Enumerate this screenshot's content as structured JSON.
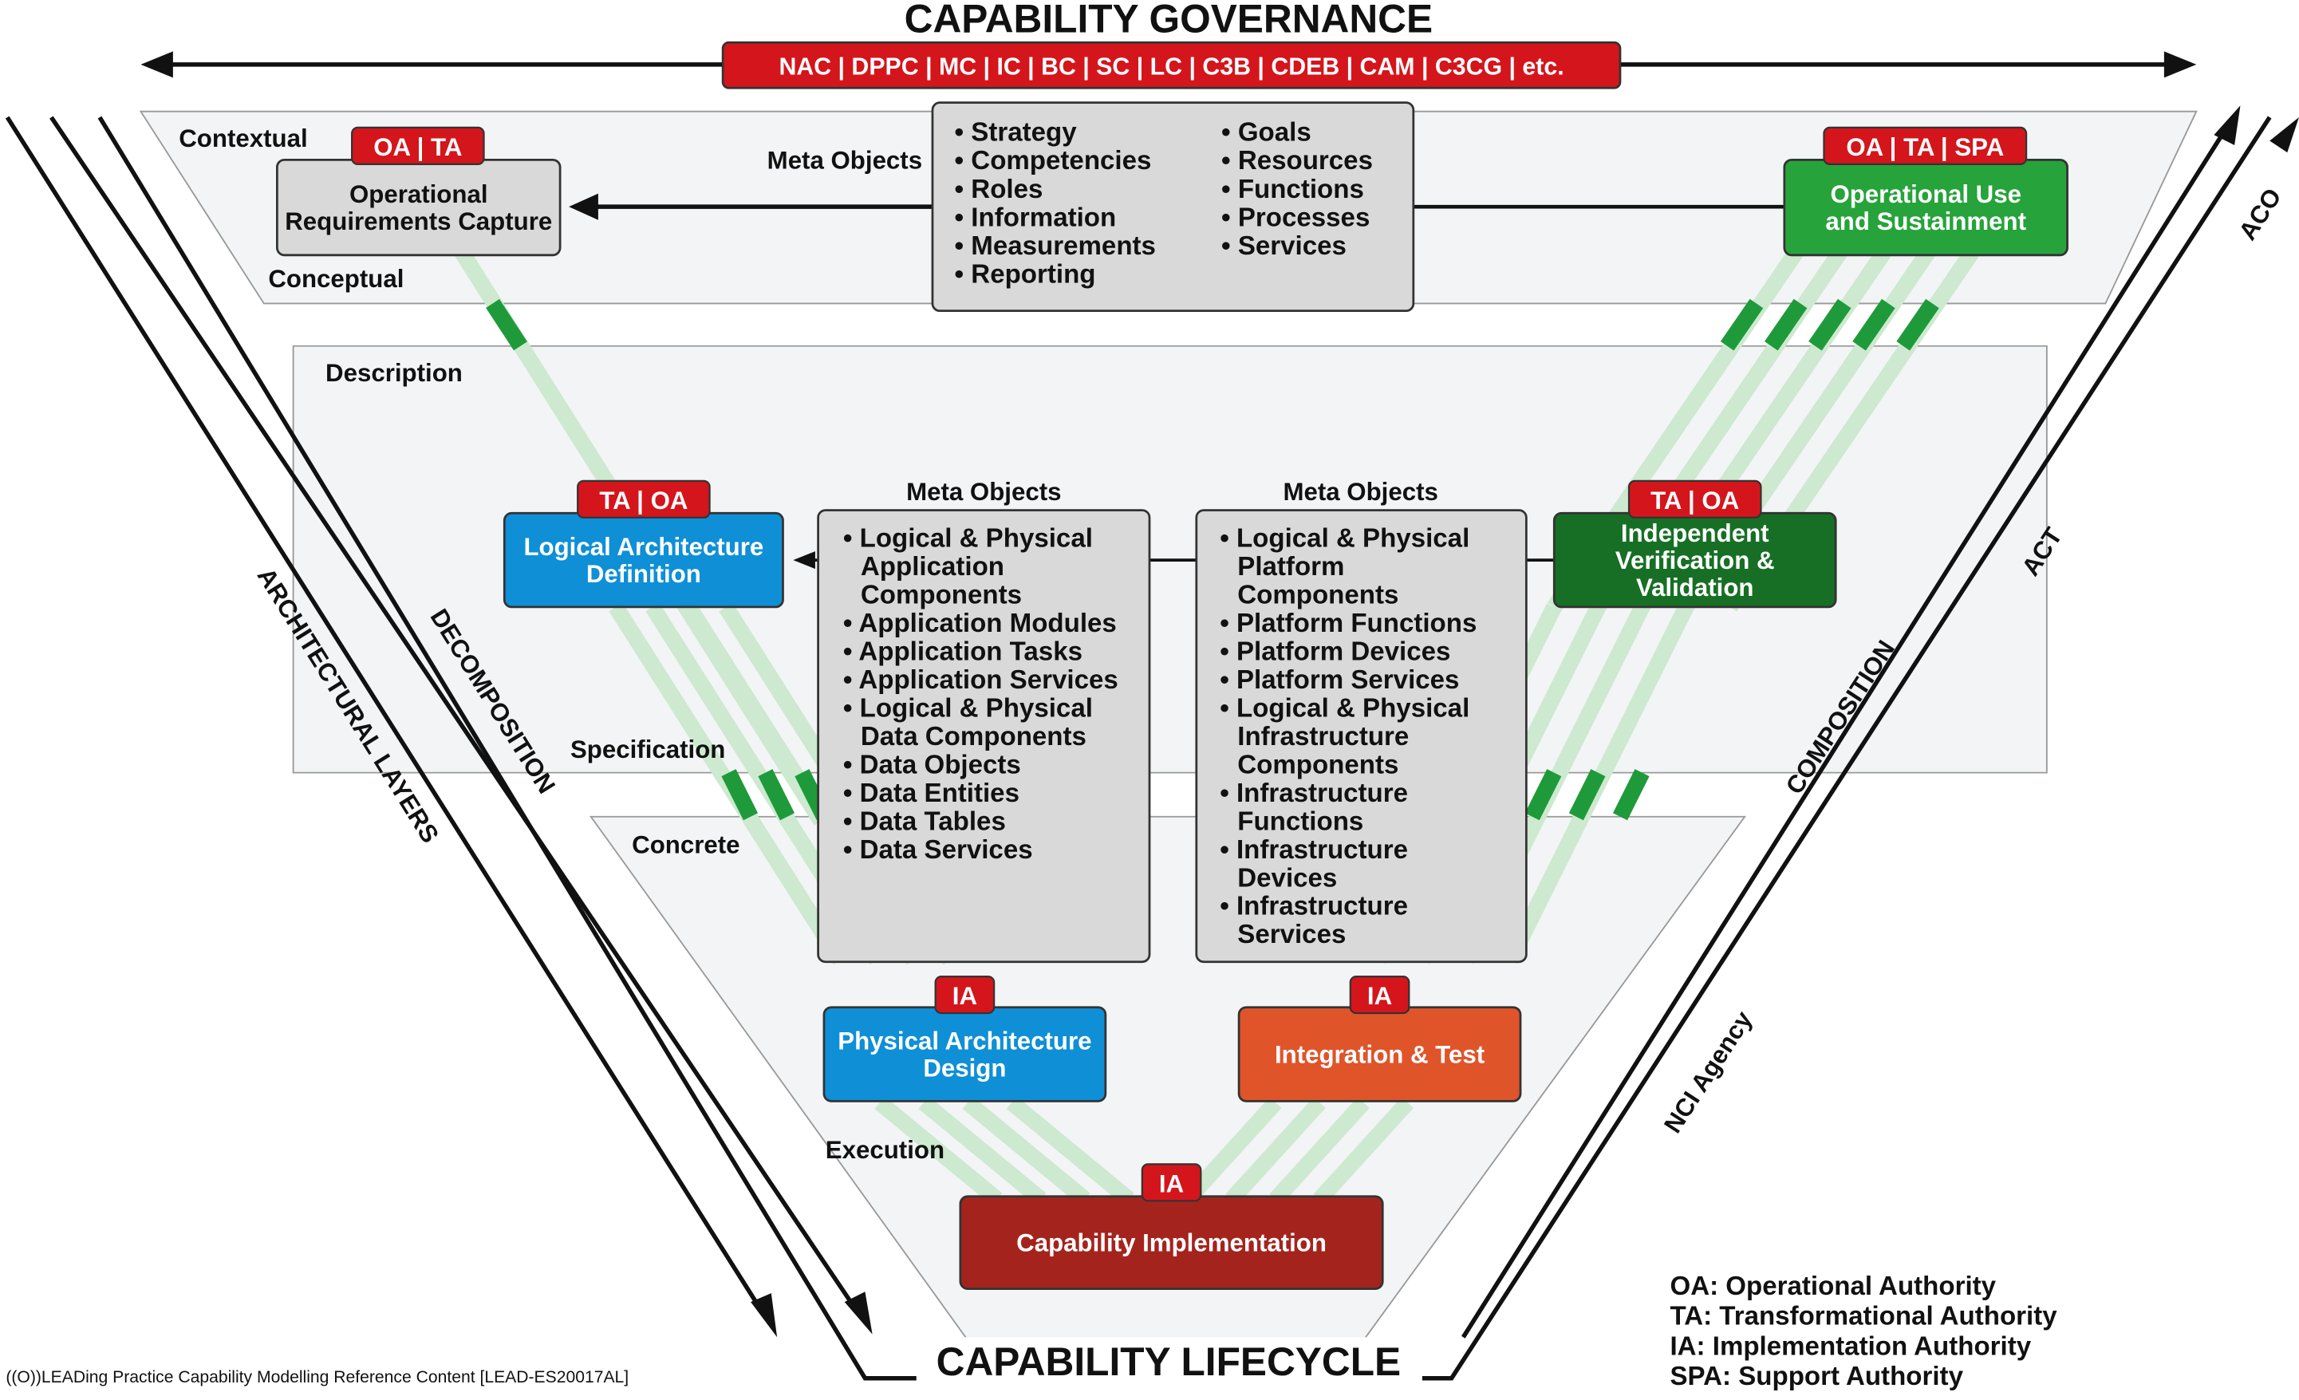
{
  "title_top": "CAPABILITY GOVERNANCE",
  "title_bottom": "CAPABILITY LIFECYCLE",
  "governance_bar": "NAC | DPPC | MC | IC | BC | SC | LC | C3B | CDEB | CAM | C3CG | etc.",
  "layers": {
    "contextual": "Contextual",
    "conceptual": "Conceptual",
    "description": "Description",
    "specification": "Specification",
    "concrete": "Concrete",
    "execution": "Execution"
  },
  "side_labels": {
    "architectural_layers": "ARCHITECTURAL LAYERS",
    "decomposition": "DECOMPOSITION",
    "composition": "COMPOSITION",
    "nci_agency": "NCI Agency",
    "act": "ACT",
    "aco": "ACO"
  },
  "meta_top": {
    "label": "Meta Objects",
    "col1": [
      "Strategy",
      "Competencies",
      "Roles",
      "Information",
      "Measurements",
      "Reporting"
    ],
    "col2": [
      "Goals",
      "Resources",
      "Functions",
      "Processes",
      "Services"
    ]
  },
  "meta_left": {
    "label": "Meta Objects",
    "items": [
      [
        "Logical & Physical",
        "Application",
        "Components"
      ],
      [
        "Application Modules"
      ],
      [
        "Application Tasks"
      ],
      [
        "Application Services"
      ],
      [
        "Logical & Physical",
        "Data Components"
      ],
      [
        "Data Objects"
      ],
      [
        "Data Entities"
      ],
      [
        "Data Tables"
      ],
      [
        "Data Services"
      ]
    ]
  },
  "meta_right": {
    "label": "Meta Objects",
    "items": [
      [
        "Logical & Physical",
        "Platform",
        "Components"
      ],
      [
        "Platform Functions"
      ],
      [
        "Platform Devices"
      ],
      [
        "Platform Services"
      ],
      [
        "Logical & Physical",
        "Infrastructure",
        "Components"
      ],
      [
        "Infrastructure",
        "Functions"
      ],
      [
        "Infrastructure",
        "Devices"
      ],
      [
        "Infrastructure",
        "Services"
      ]
    ]
  },
  "boxes": {
    "orc": {
      "lines": [
        "Operational",
        "Requirements Capture"
      ],
      "badge": "OA | TA"
    },
    "ous": {
      "lines": [
        "Operational Use",
        "and Sustainment"
      ],
      "badge": "OA | TA | SPA"
    },
    "lad": {
      "lines": [
        "Logical Architecture",
        "Definition"
      ],
      "badge": "TA | OA"
    },
    "ivv": {
      "lines": [
        "Independent",
        "Verification &",
        "Validation"
      ],
      "badge": "TA | OA"
    },
    "pad": {
      "lines": [
        "Physical Architecture",
        "Design"
      ],
      "badge": "IA"
    },
    "it": {
      "lines": [
        "Integration & Test"
      ],
      "badge": "IA"
    },
    "ci": {
      "lines": [
        "Capability Implementation"
      ],
      "badge": "IA"
    }
  },
  "legend": [
    "OA: Operational Authority",
    "TA: Transformational Authority",
    "IA: Implementation Authority",
    "SPA: Support Authority"
  ],
  "footer": "((O))LEADing Practice Capability Modelling Reference Content [LEAD-ES20017AL]",
  "colors": {
    "red_badge": "#d4151c",
    "grey_box": "#d9d9d9",
    "blue_box": "#0f8fd6",
    "green_box": "#27a33b",
    "dark_green_box": "#176f25",
    "orange_box": "#e0542a",
    "dark_red_box": "#a4241d",
    "stripe_light": "#cde9cf",
    "stripe_dark": "#1f9a3a"
  }
}
